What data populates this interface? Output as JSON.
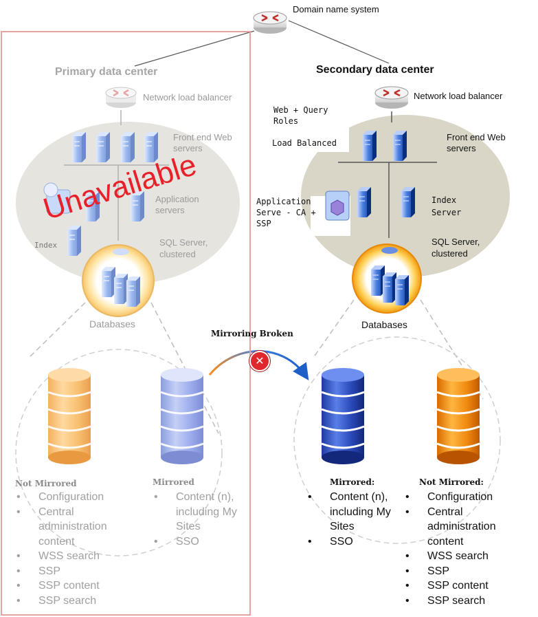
{
  "dns_label": "Domain name system",
  "unavailable": "Unavailable",
  "mirroring_label": "Mirroring Broken",
  "primary": {
    "title": "Primary data center",
    "nlb": "Network load balancer",
    "frontend": "Front end Web servers",
    "app": "Application servers",
    "index": "Index",
    "sql": "SQL Server, clustered",
    "databases": "Databases",
    "not_mirrored": {
      "heading": "Not Mirrored",
      "items": [
        "Configuration",
        "Central administration content",
        "WSS search",
        "SSP",
        "SSP content",
        "SSP search"
      ]
    },
    "mirrored": {
      "heading": "Mirrored",
      "items": [
        "Content (n), including My Sites",
        "SSO"
      ]
    }
  },
  "secondary": {
    "title": "Secondary data center",
    "nlb": "Network load balancer",
    "webquery": "Web + Query Roles",
    "loadbalanced": "Load Balanced",
    "frontend": "Front end Web servers",
    "appserve": "Application Serve - CA + SSP",
    "index": "Index Server",
    "sql": "SQL Server, clustered",
    "databases": "Databases",
    "mirrored": {
      "heading": "Mirrored:",
      "items": [
        "Content (n), including My Sites",
        "SSO"
      ]
    },
    "not_mirrored": {
      "heading": "Not Mirrored:",
      "items": [
        "Configuration",
        "Central administration content",
        "WSS search",
        "SSP",
        "SSP content",
        "SSP search"
      ]
    }
  },
  "colors": {
    "red_border": "#e6a0a0",
    "unavailable": "#e8202a",
    "orange": "#f5a020",
    "blue": "#3f5fcf",
    "error": "#e0282c"
  }
}
